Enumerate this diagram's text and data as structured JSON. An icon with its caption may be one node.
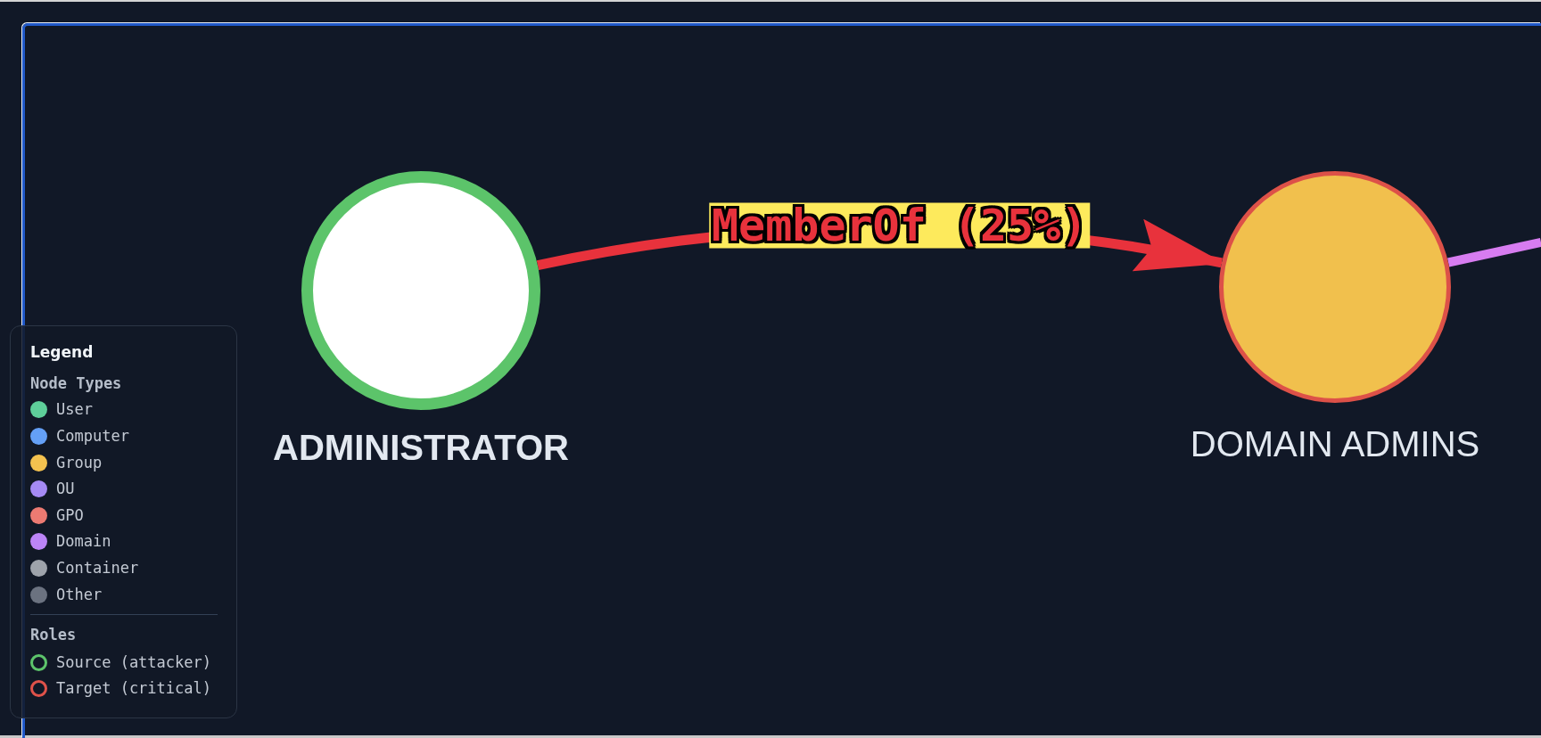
{
  "diagram": {
    "nodes": [
      {
        "text": [
          "ADMINISTRATOR"
        ]
      },
      {
        "text": [
          "DOMAIN ADMINS"
        ]
      }
    ],
    "edges": [
      {
        "from": 0,
        "to": 1,
        "arrow": "to",
        "label": "MemberOf (25%)",
        "color": "#e8323c"
      },
      {
        "from": 1,
        "to": null,
        "arrow": "none",
        "color": "#d77cf0"
      }
    ],
    "labels": [
      "Legend",
      "Node Types",
      "Roles"
    ],
    "legend": [
      {
        "text": "User",
        "color": "#5ecf9a"
      },
      {
        "text": "Computer",
        "color": "#64a0f6"
      },
      {
        "text": "Group",
        "color": "#f4c24f"
      },
      {
        "text": "OU",
        "color": "#a58af5"
      },
      {
        "text": "GPO",
        "color": "#ec7a72"
      },
      {
        "text": "Domain",
        "color": "#bc84f7"
      },
      {
        "text": "Container",
        "color": "#9ea3ab"
      },
      {
        "text": "Other",
        "color": "#6b7280"
      },
      {
        "text": "Source (attacker)",
        "color": "#5dc46b"
      },
      {
        "text": "Target (critical)",
        "color": "#e0524a"
      }
    ]
  }
}
